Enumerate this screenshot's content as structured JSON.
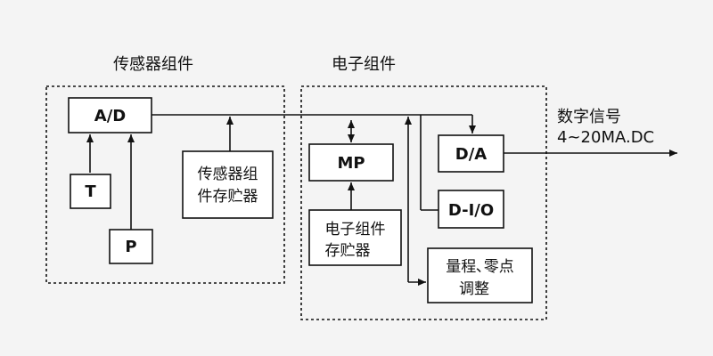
{
  "groups": {
    "sensor_group": "传感器组件",
    "electronic_group": "电子组件"
  },
  "blocks": {
    "ad": "A/D",
    "t": "T",
    "p": "P",
    "sensor_memory": [
      "传感器组",
      "件存贮器"
    ],
    "mp": "MP",
    "electronic_memory": [
      "电子组件",
      "存贮器"
    ],
    "da": "D/A",
    "dio": "D-I/O",
    "range_zero": [
      "量程､零点",
      "调整"
    ]
  },
  "output": {
    "line1": "数字信号",
    "line2": "4~20MA.DC"
  },
  "colors": {
    "stroke": "#111111",
    "background": "#f4f4f4",
    "block_fill": "#ffffff"
  }
}
